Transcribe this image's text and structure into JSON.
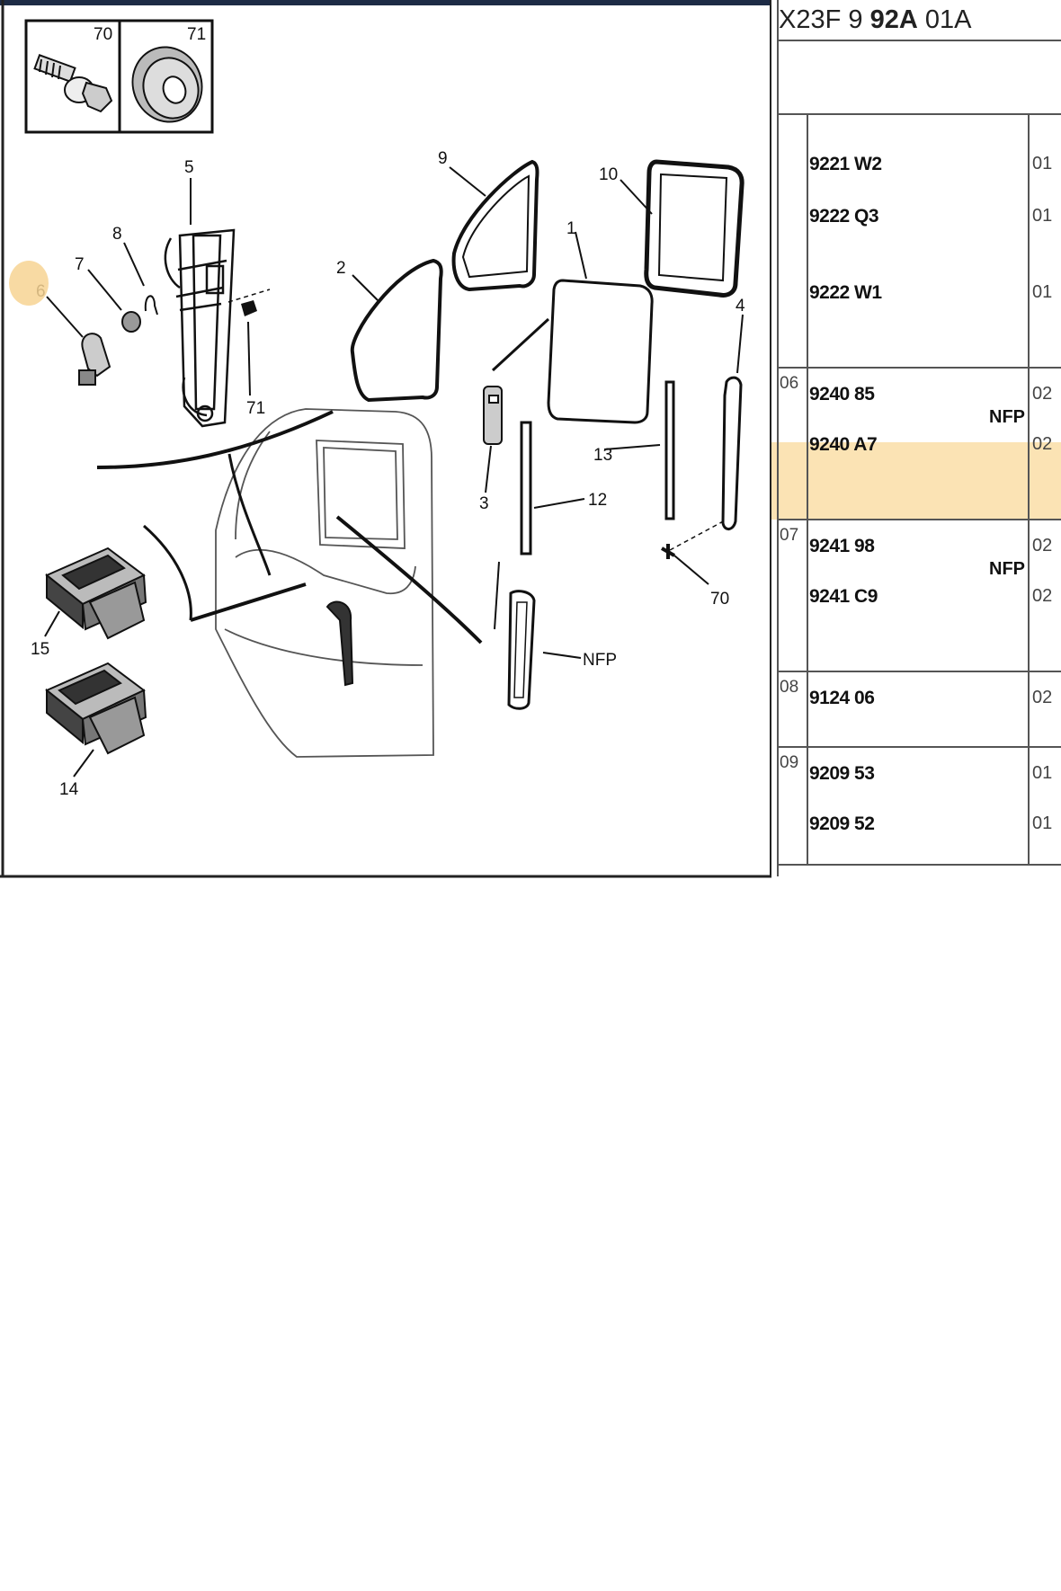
{
  "reference": {
    "prefix": "X23F 9 ",
    "bold": "92A",
    "suffix": " 01A"
  },
  "callouts": {
    "c70a": "70",
    "c71a": "71",
    "c5": "5",
    "c8": "8",
    "c7": "7",
    "c6": "6",
    "c71b": "71",
    "c2": "2",
    "c9": "9",
    "c10": "10",
    "c1": "1",
    "c4": "4",
    "c3": "3",
    "c13": "13",
    "c12": "12",
    "c70b": "70",
    "cnfp": "NFP",
    "c15": "15",
    "c14": "14"
  },
  "parts_table": {
    "groups": [
      {
        "code": "",
        "rows": [
          {
            "part": "9221 W2",
            "qty": "01"
          },
          {
            "part": "9222 Q3",
            "qty": "01"
          },
          {
            "part": "9222 W1",
            "qty": "01"
          }
        ]
      },
      {
        "code": "06",
        "rows": [
          {
            "part": "9240 85",
            "qty": "02",
            "note": "NFP"
          },
          {
            "part": "9240 A7",
            "qty": "02",
            "highlighted": true
          }
        ]
      },
      {
        "code": "07",
        "rows": [
          {
            "part": "9241 98",
            "qty": "02",
            "note": "NFP"
          },
          {
            "part": "9241 C9",
            "qty": "02"
          }
        ]
      },
      {
        "code": "08",
        "rows": [
          {
            "part": "9124 06",
            "qty": "02"
          }
        ]
      },
      {
        "code": "09",
        "rows": [
          {
            "part": "9209 53",
            "qty": "01"
          },
          {
            "part": "9209 52",
            "qty": "01"
          }
        ]
      }
    ]
  },
  "colors": {
    "highlight": "#fbe3b4",
    "marker": "#f7d493",
    "header_bar": "#1d2b45"
  }
}
